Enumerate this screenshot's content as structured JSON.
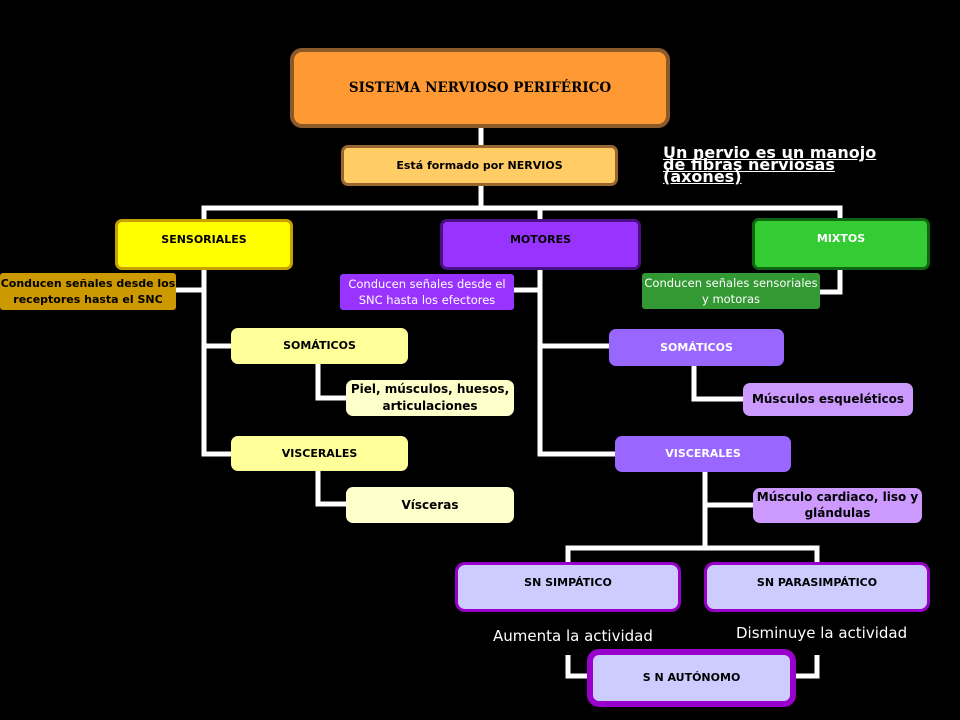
{
  "title": "SISTEMA NERVIOSO PERIFÉRICO",
  "formed_by": "Está formado por NERVIOS",
  "nerve_note": "Un nervio es un manojo de fibras nerviosas (axones)",
  "sensoriales": {
    "label": "SENSORIALES",
    "desc": "Conducen señales desde los receptores hasta el SNC",
    "somaticos": "SOMÁTICOS",
    "somaticos_desc": "Piel, músculos, huesos, articulaciones",
    "viscerales": "VISCERALES",
    "viscerales_desc": "Vísceras"
  },
  "motores": {
    "label": "MOTORES",
    "desc": "Conducen señales desde el SNC hasta los efectores",
    "somaticos": "SOMÁTICOS",
    "somaticos_desc": "Músculos esqueléticos",
    "viscerales": "VISCERALES",
    "viscerales_desc": "Músculo cardiaco, liso y glándulas"
  },
  "mixtos": {
    "label": "MIXTOS",
    "desc": "Conducen señales sensoriales y motoras"
  },
  "simpatico": "SN SIMPÁTICO",
  "parasimpatico": "SN PARASIMPÁTICO",
  "simpatico_note": "Aumenta la actividad",
  "parasimpatico_note": "Disminuye la actividad",
  "autonomo": "S N AUTÓNOMO",
  "colors": {
    "title_fill": "#ff9933",
    "title_border": "#8a5a2b",
    "nervios_fill": "#ffcc66",
    "sensoriales_fill": "#ffff00",
    "sensoriales_desc_fill": "#cc9900",
    "sens_sub_fill": "#ffff99",
    "sens_desc_fill": "#ffffcc",
    "motores_fill": "#9933ff",
    "motores_sub_fill": "#9966ff",
    "motores_desc_fill": "#cc99ff",
    "mixtos_fill": "#33cc33",
    "mixtos_desc_fill": "#339933",
    "sn_fill": "#ccccff",
    "sn_border": "#9900cc",
    "connector": "#ffffff"
  }
}
